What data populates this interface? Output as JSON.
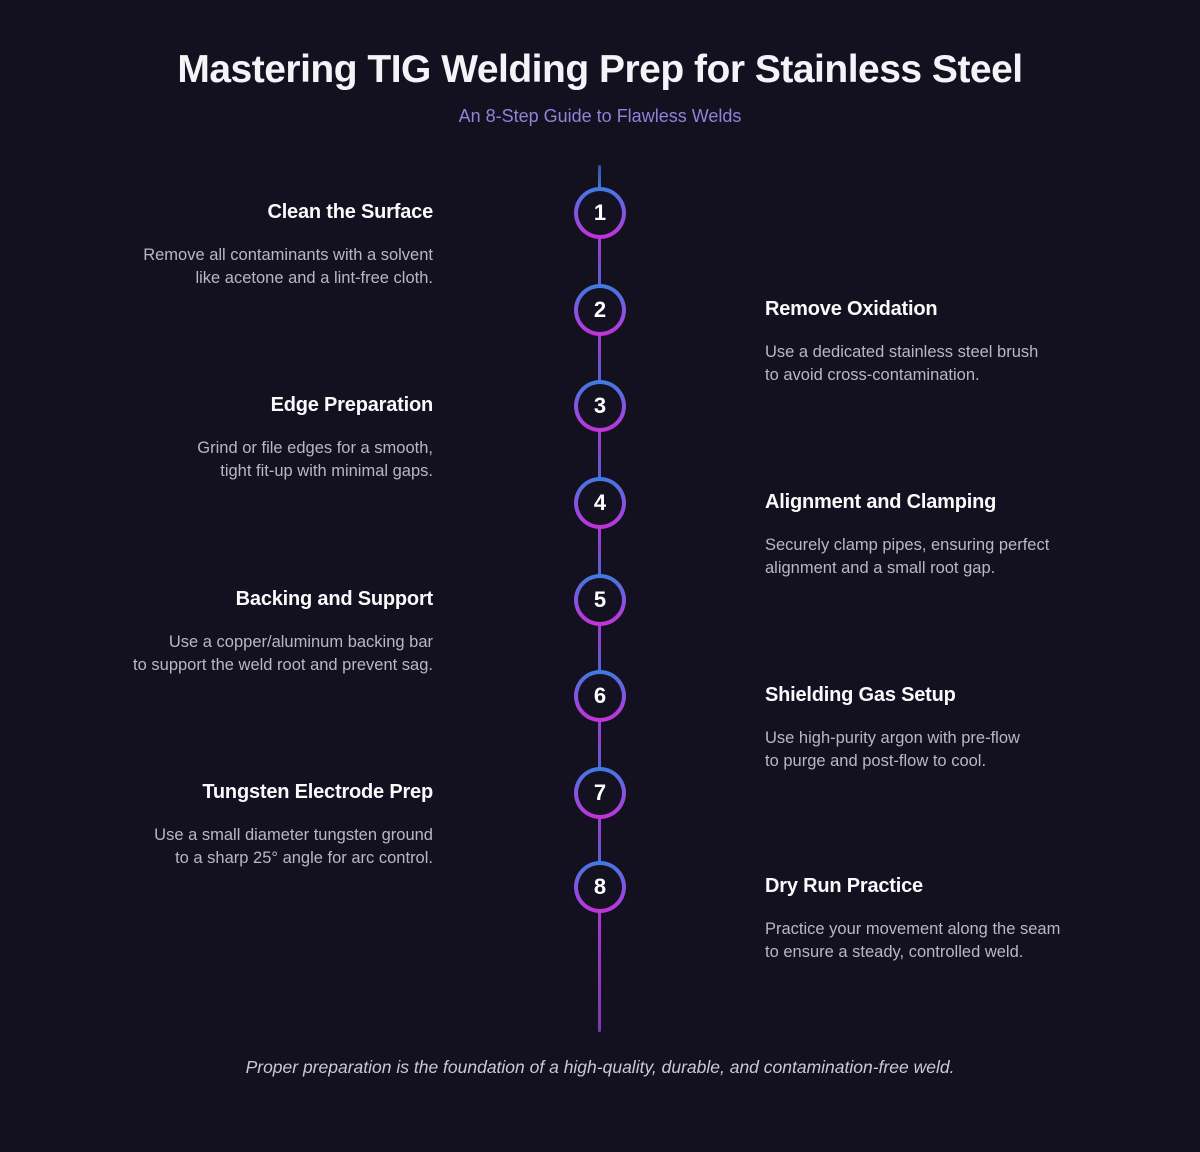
{
  "header": {
    "title": "Mastering TIG Welding Prep for Stainless Steel",
    "subtitle": "An 8-Step Guide to Flawless Welds"
  },
  "steps": [
    {
      "number": "1",
      "side": "left",
      "title": "Clean the Surface",
      "description": "Remove all contaminants with a solvent\nlike acetone and a lint-free cloth."
    },
    {
      "number": "2",
      "side": "right",
      "title": "Remove Oxidation",
      "description": "Use a dedicated stainless steel brush\nto avoid cross-contamination."
    },
    {
      "number": "3",
      "side": "left",
      "title": "Edge Preparation",
      "description": "Grind or file edges for a smooth,\ntight fit-up with minimal gaps."
    },
    {
      "number": "4",
      "side": "right",
      "title": "Alignment and Clamping",
      "description": "Securely clamp pipes, ensuring perfect\nalignment and a small root gap."
    },
    {
      "number": "5",
      "side": "left",
      "title": "Backing and Support",
      "description": "Use a copper/aluminum backing bar\nto support the weld root and prevent sag."
    },
    {
      "number": "6",
      "side": "right",
      "title": "Shielding Gas Setup",
      "description": "Use high-purity argon with pre-flow\nto purge and post-flow to cool."
    },
    {
      "number": "7",
      "side": "left",
      "title": "Tungsten Electrode Prep",
      "description": "Use a small diameter tungsten ground\nto a sharp 25° angle for arc control."
    },
    {
      "number": "8",
      "side": "right",
      "title": "Dry Run Practice",
      "description": "Practice your movement along the seam\nto ensure a steady, controlled weld."
    }
  ],
  "footer": {
    "quote": "Proper preparation is the foundation of a high-quality, durable, and contamination-free weld."
  },
  "colors": {
    "background": "#131020",
    "title_text": "#f4f3f7",
    "subtitle_text": "#8e84d8",
    "step_title_text": "#fafafa",
    "description_text": "#b9b7c2",
    "footer_text": "#ccc9d6",
    "circle_border_top": "#3d7ce4",
    "circle_border_bottom": "#c531d8",
    "timeline_blue": "#4679d6",
    "timeline_purple": "#a339cf",
    "connector_purple": "#8f2fc9",
    "connector_indigo": "#6a55c2",
    "connector_blue": "#4d68b5"
  }
}
